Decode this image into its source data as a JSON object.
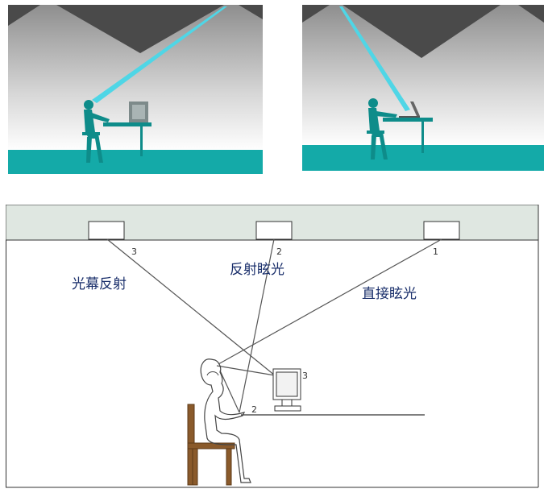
{
  "colors": {
    "floor": "#14aaa8",
    "figure": "#0e8c8a",
    "light_beam": "#4fd6e6",
    "ceiling_dark": "#4a4a4a",
    "ceiling_strip": "#dfe7e1",
    "label_text": "#1a2f6b",
    "line": "#555555"
  },
  "diagram": {
    "labels": {
      "screen_reflection": "光幕反射",
      "reflected_glare": "反射眩光",
      "direct_glare": "直接眩光"
    },
    "markers": {
      "light_left": "3",
      "light_center": "2",
      "light_right": "1",
      "monitor": "3",
      "desk": "2"
    }
  },
  "icons": {
    "top_left": "person-at-desktop-computer-icon",
    "top_right": "person-at-laptop-icon",
    "bottom": "seated-person-at-monitor-icon"
  }
}
